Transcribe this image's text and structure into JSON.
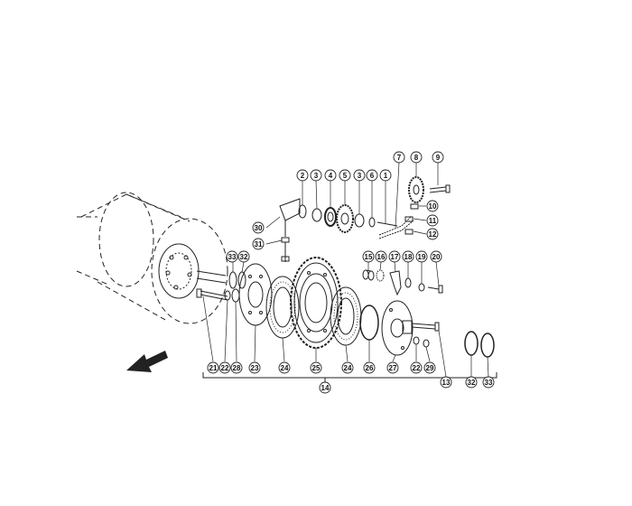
{
  "diagram": {
    "callouts": [
      {
        "id": "c2",
        "label": "2"
      },
      {
        "id": "c3a",
        "label": "3"
      },
      {
        "id": "c4",
        "label": "4"
      },
      {
        "id": "c5",
        "label": "5"
      },
      {
        "id": "c3b",
        "label": "3"
      },
      {
        "id": "c6",
        "label": "6"
      },
      {
        "id": "c1",
        "label": "1"
      },
      {
        "id": "c7",
        "label": "7"
      },
      {
        "id": "c8",
        "label": "8"
      },
      {
        "id": "c9",
        "label": "9"
      },
      {
        "id": "c10",
        "label": "10"
      },
      {
        "id": "c11",
        "label": "11"
      },
      {
        "id": "c12",
        "label": "12"
      },
      {
        "id": "c30",
        "label": "30"
      },
      {
        "id": "c31",
        "label": "31"
      },
      {
        "id": "c33a",
        "label": "33"
      },
      {
        "id": "c32a",
        "label": "32"
      },
      {
        "id": "c15",
        "label": "15"
      },
      {
        "id": "c16",
        "label": "16"
      },
      {
        "id": "c17",
        "label": "17"
      },
      {
        "id": "c18",
        "label": "18"
      },
      {
        "id": "c19",
        "label": "19"
      },
      {
        "id": "c20",
        "label": "20"
      },
      {
        "id": "c21",
        "label": "21"
      },
      {
        "id": "c22a",
        "label": "22"
      },
      {
        "id": "c28",
        "label": "28"
      },
      {
        "id": "c23",
        "label": "23"
      },
      {
        "id": "c24a",
        "label": "24"
      },
      {
        "id": "c25",
        "label": "25"
      },
      {
        "id": "c24b",
        "label": "24"
      },
      {
        "id": "c26",
        "label": "26"
      },
      {
        "id": "c27",
        "label": "27"
      },
      {
        "id": "c22b",
        "label": "22"
      },
      {
        "id": "c29",
        "label": "29"
      },
      {
        "id": "c13",
        "label": "13"
      },
      {
        "id": "c32b",
        "label": "32"
      },
      {
        "id": "c33b",
        "label": "33"
      },
      {
        "id": "c14",
        "label": "14"
      }
    ]
  }
}
